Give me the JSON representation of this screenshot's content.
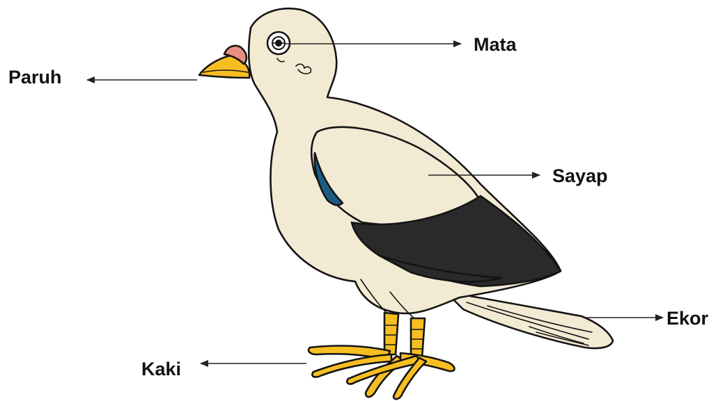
{
  "labels": {
    "mata": "Mata",
    "paruh": "Paruh",
    "sayap": "Sayap",
    "ekor": "Ekor",
    "kaki": "Kaki"
  },
  "colors": {
    "body": "#f3ead4",
    "beak": "#f7be22",
    "cere": "#e98e82",
    "feet": "#f7be22",
    "wing_dark": "#2a2a2a",
    "wing_patch": "#1d5b86",
    "outline": "#141414"
  }
}
